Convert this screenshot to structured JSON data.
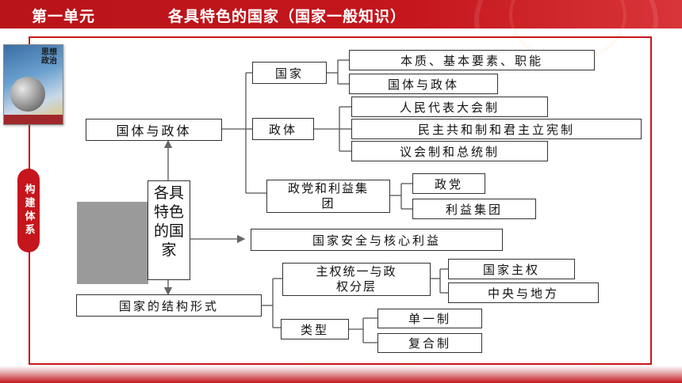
{
  "header": {
    "unit": "第一单元",
    "lesson": "各具特色的国家（国家一般知识）"
  },
  "book": {
    "title": "思想政治"
  },
  "side_tab": {
    "label": "构建体系"
  },
  "mindmap": {
    "center": "各具特色的国家",
    "guoti": "国体与政体",
    "guojia": "国家",
    "guojia_children": [
      "本质、基本要素、职能",
      "国体与政体"
    ],
    "zhengti": "政体",
    "zhengti_children": [
      "人民代表大会制",
      "民主共和制和君主立宪制",
      "议会制和总统制"
    ],
    "zhengdang": "政党和利益集团",
    "zhengdang_children": [
      "政党",
      "利益集团"
    ],
    "security": "国家安全与核心利益",
    "structure": "国家的结构形式",
    "sovereignty": "主权统一与政权分层",
    "sovereignty_children": [
      "国家主权",
      "中央与地方"
    ],
    "types": "类型",
    "types_children": [
      "单一制",
      "复合制"
    ]
  }
}
